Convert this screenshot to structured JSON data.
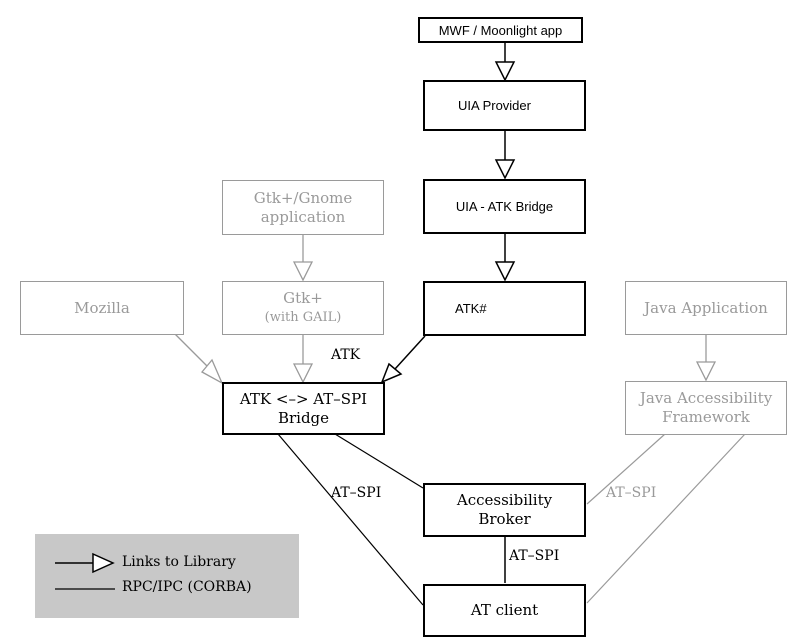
{
  "nodes": {
    "mwf": "MWF / Moonlight app",
    "uia_provider": "UIA Provider",
    "uia_atk_bridge": "UIA - ATK Bridge",
    "atk_sharp": "ATK#",
    "gtk_gnome_line1": "Gtk+/Gnome",
    "gtk_gnome_line2": "application",
    "mozilla": "Mozilla",
    "gtk_line1": "Gtk+",
    "gtk_line2": "(with GAIL)",
    "java_app": "Java Application",
    "atk_bridge_line1": "ATK <–> AT–SPI",
    "atk_bridge_line2": "Bridge",
    "java_access_line1": "Java Accessibility",
    "java_access_line2": "Framework",
    "broker_line1": "Accessibility",
    "broker_line2": "Broker",
    "at_client": "AT client"
  },
  "edge_labels": {
    "atk": "ATK",
    "atspi_left": "AT–SPI",
    "atspi_right": "AT–SPI",
    "atspi_bottom": "AT–SPI"
  },
  "legend": {
    "links_label": "Links to Library",
    "rpc_label": "RPC/IPC (CORBA)"
  },
  "colors": {
    "primary": "#000000",
    "muted": "#9a9a9a",
    "legend_bg": "#c8c8c8"
  }
}
